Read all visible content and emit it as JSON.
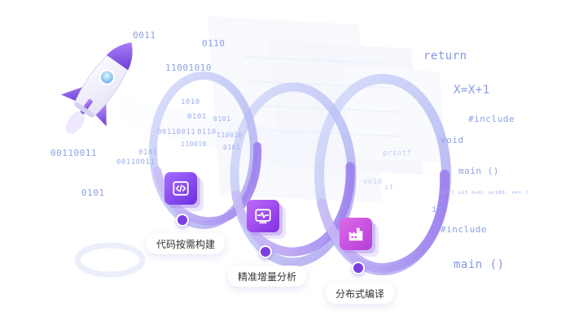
{
  "labels": {
    "stage1": "代码按需构建",
    "stage2": "精准增量分析",
    "stage3": "分布式编译"
  },
  "binary": {
    "b1": "0011",
    "b2": "0110",
    "b3": "11001010",
    "b4": "1010",
    "b5": "0101",
    "b6": "0101",
    "b7": "00110011",
    "b8": "0110",
    "b9": "110010",
    "b10": "110010",
    "b11": "0101",
    "b12": "00110011",
    "b13": "0101",
    "b14": "00110011",
    "b15": "0101"
  },
  "code": {
    "return": "return",
    "assign": "X=X+1",
    "include1": "#include",
    "void1": "void",
    "main1": "main ()",
    "for": "for ( int n=0; n<100; n++ )",
    "if1": "if",
    "include2": "#include",
    "main2": "main ()",
    "printf": "printf",
    "void2": "void",
    "if2": "if"
  },
  "icons": {
    "card1": "code-brackets-icon",
    "card2": "pulse-monitor-icon",
    "card3": "factory-icon"
  },
  "colors": {
    "accent": "#7a3fe0",
    "ring": "#b4b6f2",
    "code_text": "#8ea2e6"
  }
}
